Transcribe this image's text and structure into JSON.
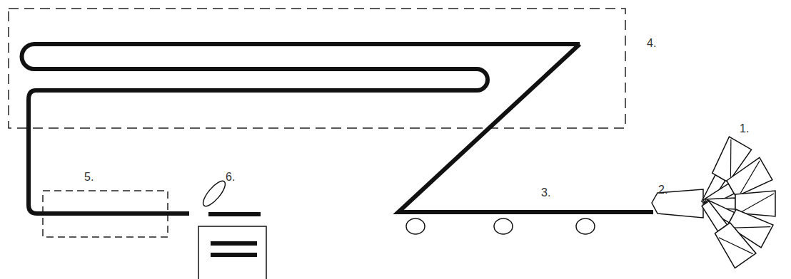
{
  "diagram": {
    "labels": [
      "1.",
      "2.",
      "3.",
      "4.",
      "5.",
      "6."
    ]
  }
}
